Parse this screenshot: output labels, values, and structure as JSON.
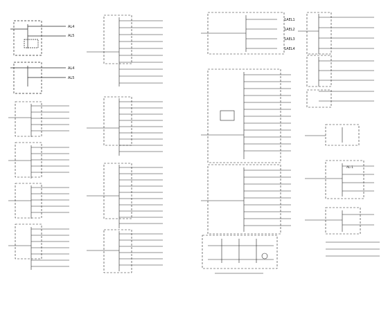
{
  "drawing": {
    "circuit_labels_top_left": [
      "AL4",
      "AL5",
      "AL4",
      "AL5"
    ],
    "circuit_labels_top_center": [
      "1AEL1",
      "1AEL2",
      "1AEL3",
      "1AEL4"
    ],
    "panel_label": "AL-1",
    "colors": {
      "line": "#222222",
      "background": "#ffffff"
    }
  }
}
